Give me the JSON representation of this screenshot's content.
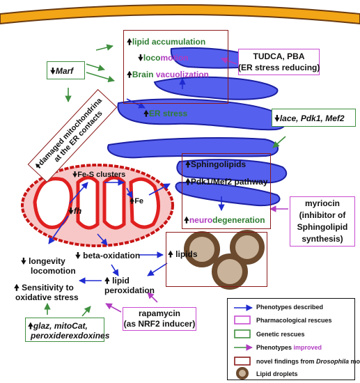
{
  "colors": {
    "blue_arrow": "#1f2bd0",
    "magenta": "#b03cc0",
    "green": "#3f8f3f",
    "novel_box": "#8b1a1a",
    "er": "#5560ee",
    "mito": "#e01f1f",
    "lipid": "#6b4a2e",
    "membrane": "#f2a516"
  },
  "top_box": {
    "line1_label": "lipid accumulation",
    "line2_a": "loco",
    "line2_b": "motion",
    "line3_a": "Brain ",
    "line3_b": "vacuolization"
  },
  "tudca_box": {
    "line1": "TUDCA, PBA",
    "line2": "(ER stress reducing)"
  },
  "marf_box": {
    "label": "Marf"
  },
  "mito_er_box": {
    "line1": "damaged mitochondrina",
    "line2": "at the ER contacts"
  },
  "er_stress": {
    "label": "ER stress"
  },
  "lace_box": {
    "label": "lace, Pdk1, Mef2"
  },
  "sphingo_box": {
    "line1": "Sphingolipids",
    "line2": "Pdk1/Mef2 pathway",
    "line3_a": "neuro",
    "line3_b": "degeneration"
  },
  "mito_labels": {
    "fes": "Fe-S clusters",
    "fe": "Fe",
    "fh": "fh"
  },
  "myriocin_box": {
    "line1": "myriocin",
    "line2": "(inhibitor of",
    "line3": "Sphingolipid",
    "line4": "synthesis)"
  },
  "longevity": {
    "line1": "longevity",
    "line2": "locomotion"
  },
  "beta_ox": {
    "label": "beta-oxidation"
  },
  "lipids_box": {
    "label": "lipids"
  },
  "lipid_perox": {
    "line1": "lipid",
    "line2": "peroxidation"
  },
  "sensitivity": {
    "line1": "Sensitivity to",
    "line2": "oxidative stress"
  },
  "rapamycin_box": {
    "line1": "rapamycin",
    "line2": "(as NRF2 inducer)"
  },
  "glaz_box": {
    "line1": "glaz, mitoCat,",
    "line2": "peroxiderexdoxines"
  },
  "legend": {
    "items": [
      {
        "label": "Phenotypes described"
      },
      {
        "label": "Pharmacological rescues"
      },
      {
        "label": "Genetic rescues"
      },
      {
        "label_a": "Phenotypes ",
        "label_b": "improved"
      },
      {
        "label_a": "novel findings from ",
        "label_b": "Drosophila",
        "label_c": " models"
      },
      {
        "label": "Lipid droplets"
      }
    ]
  }
}
